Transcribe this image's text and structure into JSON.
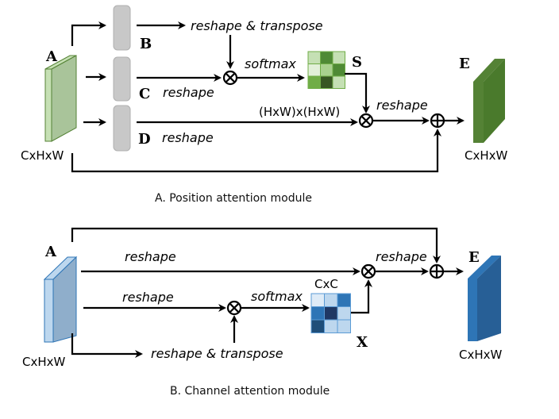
{
  "position_module": {
    "caption": "A. Position attention module",
    "input": {
      "label": "A",
      "dims": "CxHxW"
    },
    "branches": [
      {
        "label": "B",
        "op": "reshape & transpose"
      },
      {
        "label": "C",
        "op": "reshape"
      },
      {
        "label": "D",
        "op": "reshape"
      }
    ],
    "softmax_label": "softmax",
    "attention_map": {
      "label": "S",
      "dims": "(HxW)x(HxW)"
    },
    "post_op": "reshape",
    "output": {
      "label": "E",
      "dims": "CxHxW"
    },
    "colors": {
      "input_front": "#c6e0b4",
      "input_side": "#a9c49a",
      "output_front": "#548235",
      "output_side": "#4a7a2c",
      "block": "#c8c8c8",
      "matrix": [
        "#c5e0b4",
        "#4f8a35",
        "#c5e0b4",
        "#e2f0d9",
        "#a9d18e",
        "#4f8a35",
        "#70ad47",
        "#385723",
        "#c5e0b4"
      ]
    }
  },
  "channel_module": {
    "caption": "B. Channel attention module",
    "input": {
      "label": "A",
      "dims": "CxHxW"
    },
    "branch_ops": [
      "reshape",
      "reshape",
      "reshape & transpose"
    ],
    "softmax_label": "softmax",
    "attention_map": {
      "label": "X",
      "dims": "CxC"
    },
    "post_op": "reshape",
    "output": {
      "label": "E",
      "dims": "CxHxW"
    },
    "colors": {
      "input_front": "#bdd7ee",
      "input_side": "#8faecb",
      "output_front": "#2e75b6",
      "output_side": "#275f96",
      "matrix": [
        "#deebf7",
        "#bdd7ee",
        "#2e75b6",
        "#2e75b6",
        "#1f3864",
        "#bdd7ee",
        "#1f4e79",
        "#bdd7ee",
        "#bdd7ee"
      ]
    }
  }
}
